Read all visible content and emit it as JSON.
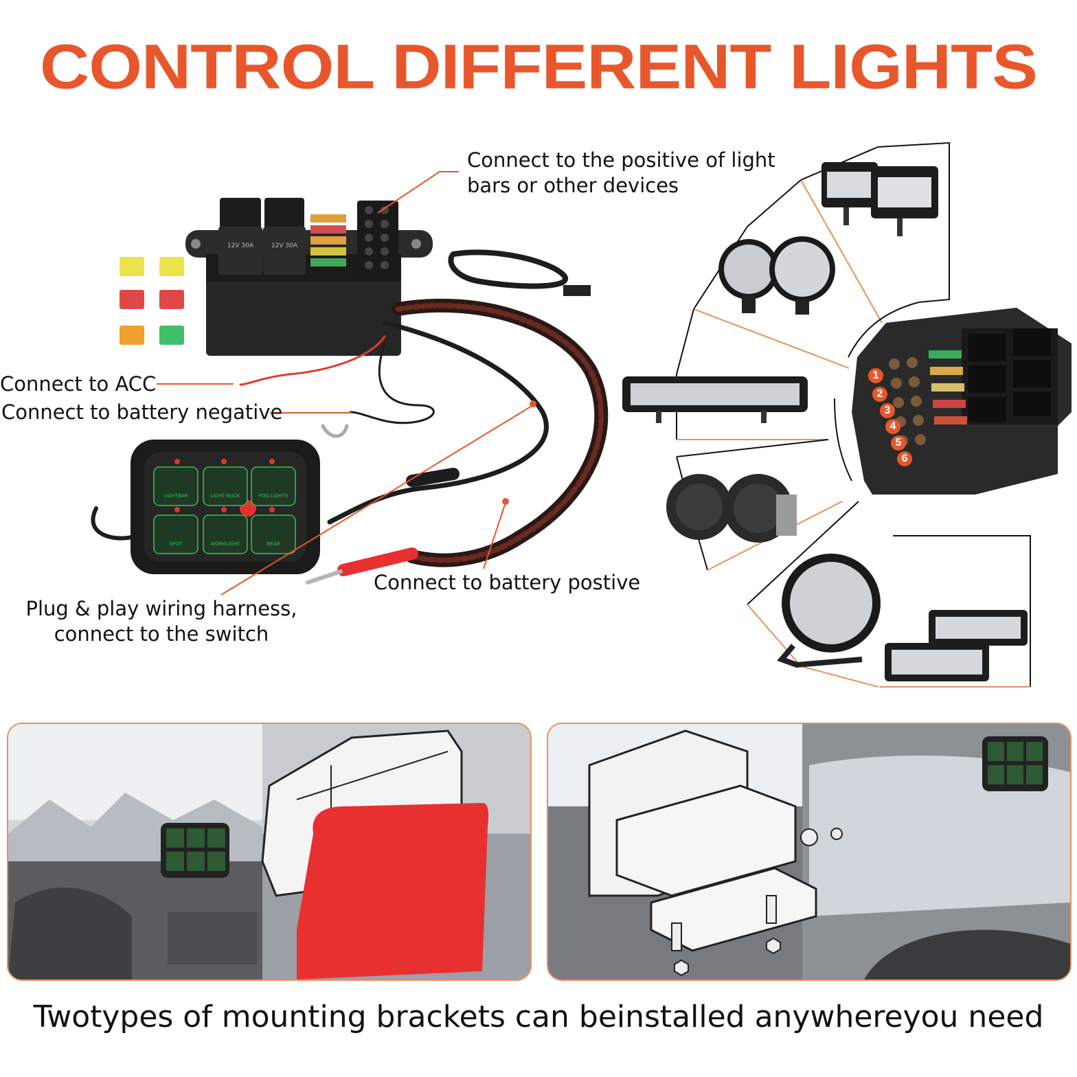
{
  "title": "CONTROL DIFFERENT LIGHTS",
  "callouts": {
    "positive_of_light": "Connect to the positive of light\nbars or other devices",
    "acc": "Connect to ACC",
    "battery_negative": "Connect to battery negative",
    "battery_positive": "Connect to battery postive",
    "wiring_harness": "Plug & play wiring harness,\nconnect to the switch"
  },
  "relay_labels": [
    "12V 30A",
    "12V 30A"
  ],
  "switch_panel": {
    "buttons": [
      "LIGHTBAR",
      "LIGHT ROCK",
      "FOG LIGHTS",
      "SPOT",
      "WORKLIGHT",
      "REAR"
    ]
  },
  "fuse_numbers": [
    "1",
    "2",
    "3",
    "4",
    "5",
    "6"
  ],
  "bottom_caption": "Twotypes of mounting brackets can beinstalled anywhereyou need",
  "colors": {
    "accent": "#e8572b",
    "panel_border": "#e8915a",
    "switch_green": "#37c24a",
    "adhesive_red": "#e83030"
  }
}
